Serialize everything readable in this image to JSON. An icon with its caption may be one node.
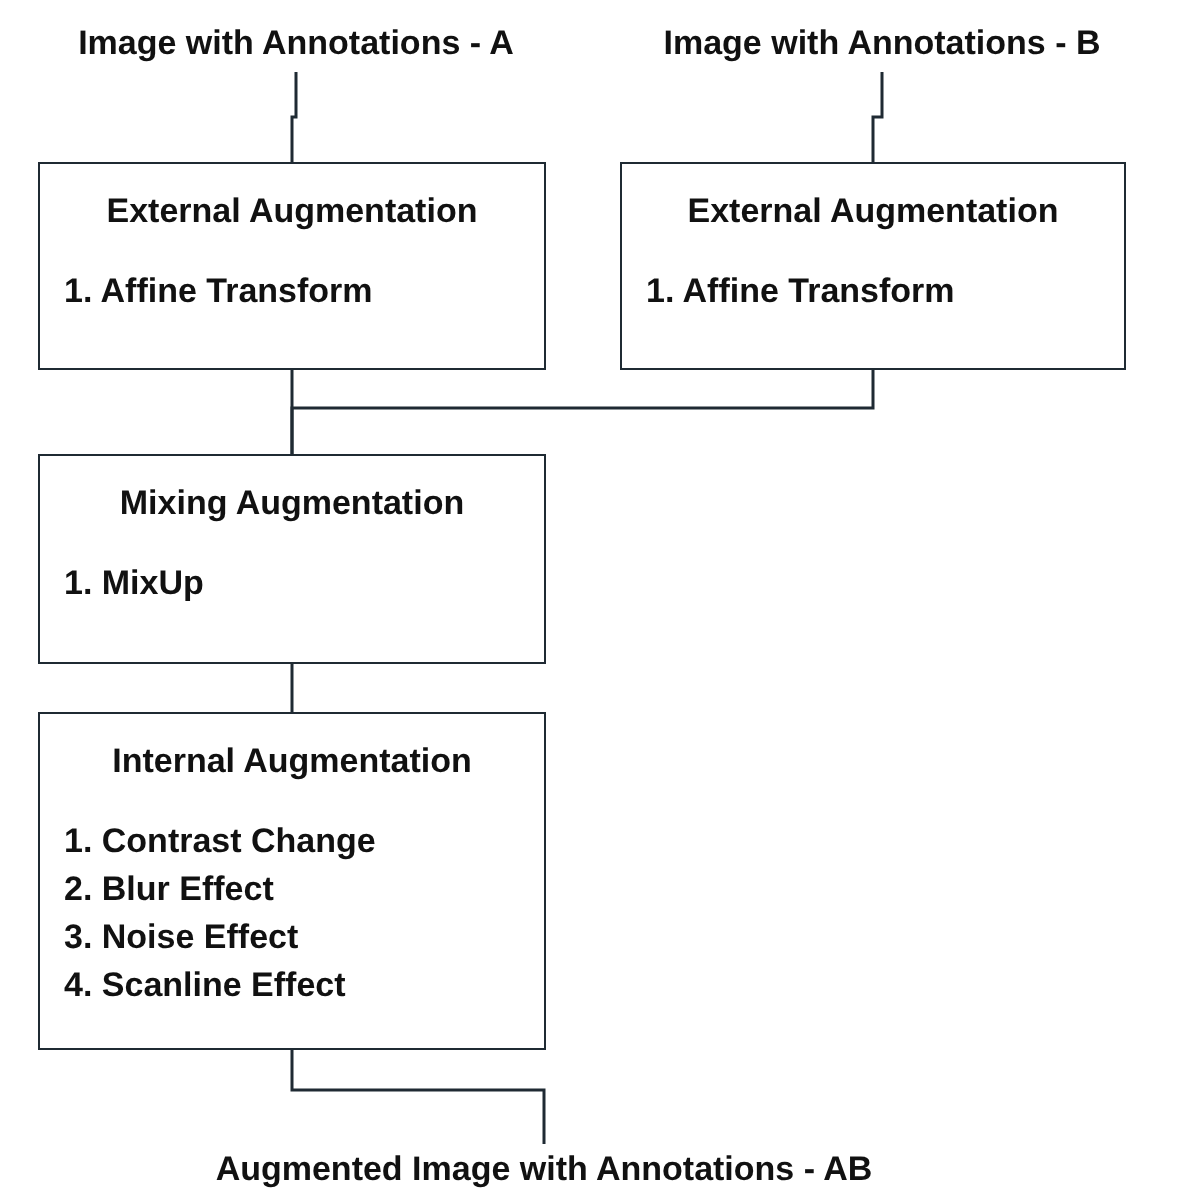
{
  "diagram": {
    "nodes": [
      {
        "text": [
          "Image with Annotations - A"
        ]
      },
      {
        "text": [
          "Image with Annotations - B"
        ]
      },
      {
        "text": [
          "External Augmentation",
          "1. Affine Transform"
        ]
      },
      {
        "text": [
          "External Augmentation",
          "1. Affine Transform"
        ]
      },
      {
        "text": [
          "Mixing Augmentation",
          "1. MixUp"
        ]
      },
      {
        "text": [
          "Internal Augmentation",
          "1. Contrast Change",
          "2. Blur Effect",
          "3. Noise Effect",
          "4. Scanline Effect"
        ]
      },
      {
        "text": [
          "Augmented Image with Annotations - AB"
        ]
      }
    ],
    "edges": [
      {
        "from": 0,
        "to": 2,
        "arrow": "none"
      },
      {
        "from": 1,
        "to": 3,
        "arrow": "none"
      },
      {
        "from": 2,
        "to": 4,
        "arrow": "none"
      },
      {
        "from": 3,
        "to": 4,
        "arrow": "none"
      },
      {
        "from": 4,
        "to": 5,
        "arrow": "none"
      },
      {
        "from": 5,
        "to": 6,
        "arrow": "none"
      }
    ]
  }
}
